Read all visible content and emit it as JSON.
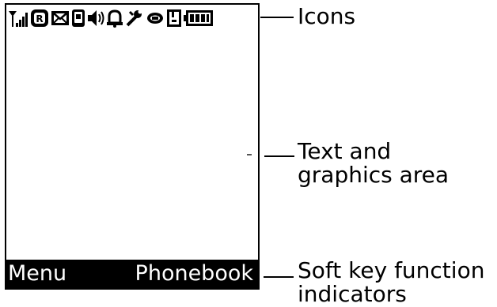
{
  "status_icons": [
    "signal-strength-icon",
    "roaming-icon",
    "message-envelope-icon",
    "phone-handset-icon",
    "speaker-volume-icon",
    "alarm-bell-icon",
    "tools-icon",
    "link-icon",
    "memory-card-icon",
    "battery-icon"
  ],
  "softkeys": {
    "left": "Menu",
    "right": "Phonebook"
  },
  "callouts": {
    "icons": "Icons",
    "text_area_line1": "Text and",
    "text_area_line2": "graphics area",
    "softkeys_line1": "Soft key function",
    "softkeys_line2": "indicators"
  }
}
